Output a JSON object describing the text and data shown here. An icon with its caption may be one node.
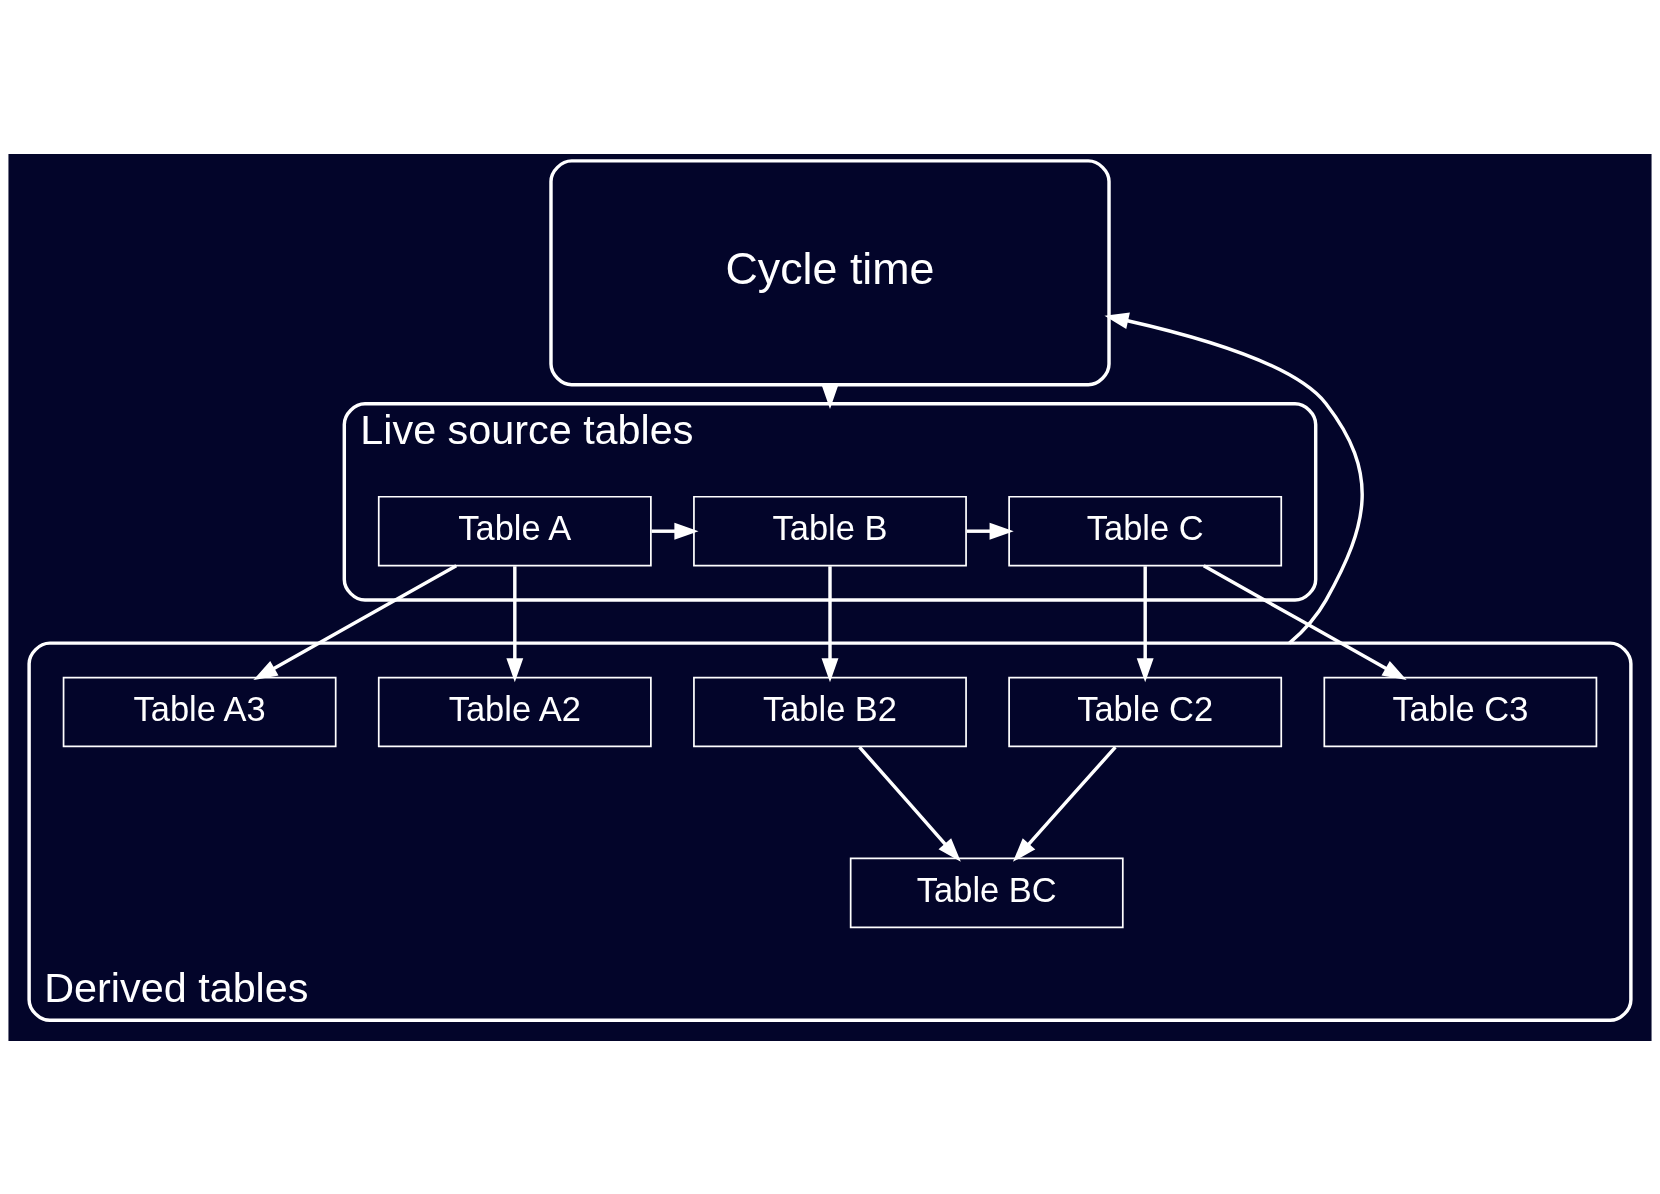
{
  "diagram": {
    "nodes": [
      {
        "text": [
          "Cycle time"
        ]
      },
      {
        "text": [
          "Live source tables"
        ]
      },
      {
        "text": [
          "Table A"
        ],
        "in": 1
      },
      {
        "text": [
          "Table B"
        ],
        "in": 1
      },
      {
        "text": [
          "Table C"
        ],
        "in": 1
      },
      {
        "text": [
          "Derived tables"
        ]
      },
      {
        "text": [
          "Table A2"
        ],
        "in": 5
      },
      {
        "text": [
          "Table A3"
        ],
        "in": 5
      },
      {
        "text": [
          "Table B2"
        ],
        "in": 5
      },
      {
        "text": [
          "Table C2"
        ],
        "in": 5
      },
      {
        "text": [
          "Table C3"
        ],
        "in": 5
      },
      {
        "text": [
          "Table BC"
        ],
        "in": 5
      }
    ],
    "edges": [
      {
        "from": 0,
        "to": 1,
        "arrow": "to"
      },
      {
        "from": 2,
        "to": 3,
        "arrow": "to"
      },
      {
        "from": 3,
        "to": 4,
        "arrow": "to"
      },
      {
        "from": 2,
        "to": 6,
        "arrow": "to"
      },
      {
        "from": 2,
        "to": 7,
        "arrow": "to"
      },
      {
        "from": 3,
        "to": 8,
        "arrow": "to"
      },
      {
        "from": 4,
        "to": 9,
        "arrow": "to"
      },
      {
        "from": 4,
        "to": 10,
        "arrow": "to"
      },
      {
        "from": 8,
        "to": 11,
        "arrow": "to"
      },
      {
        "from": 9,
        "to": 11,
        "arrow": "to"
      },
      {
        "from": 5,
        "to": 0,
        "arrow": "to"
      }
    ]
  }
}
